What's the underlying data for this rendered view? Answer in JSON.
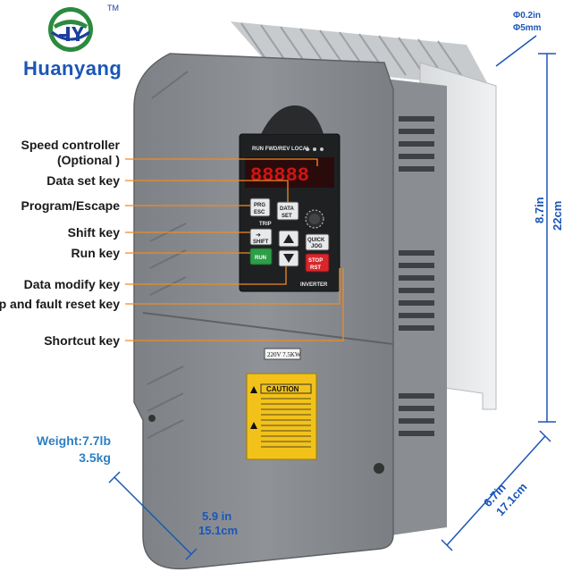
{
  "brand": {
    "name": "Huanyang",
    "trademark": "TM"
  },
  "callouts": [
    {
      "label": "Speed controller (Optional )"
    },
    {
      "label": "Data set key"
    },
    {
      "label": "Program/Escape"
    },
    {
      "label": "Shift key"
    },
    {
      "label": "Run key"
    },
    {
      "label": "Data modify key"
    },
    {
      "label": "Stop and fault reset key"
    },
    {
      "label": "Shortcut key"
    }
  ],
  "dimensions": {
    "hole_in": "Φ0.2in",
    "hole_mm": "Φ5mm",
    "height_in": "8.7in",
    "height_cm": "22cm",
    "width_in": "5.9 in",
    "width_cm": "15.1cm",
    "depth_in": "6.7in",
    "depth_cm": "17.1cm"
  },
  "weight": {
    "lb": "Weight:7.7lb",
    "kg": "3.5kg"
  },
  "panel": {
    "display": "88888",
    "keys": {
      "prg": "PRG",
      "esc": "ESC",
      "data": "DATA",
      "set": "SET",
      "trip": "TRIP",
      "shift": "SHIFT",
      "quick": "QUICK",
      "jog": "JOG",
      "run": "RUN",
      "stop": "STOP",
      "rst": "RST",
      "inverter": "INVERTER"
    },
    "rating": "220V 7.5KW",
    "caution": "CAUTION"
  },
  "colors": {
    "body": "#8f9397",
    "body_dark": "#6f7377",
    "heatsink": "#cfd2d5",
    "accent_blue": "#1b56b8",
    "callout_line": "#f08a24",
    "caution_yellow": "#f2c21a"
  }
}
